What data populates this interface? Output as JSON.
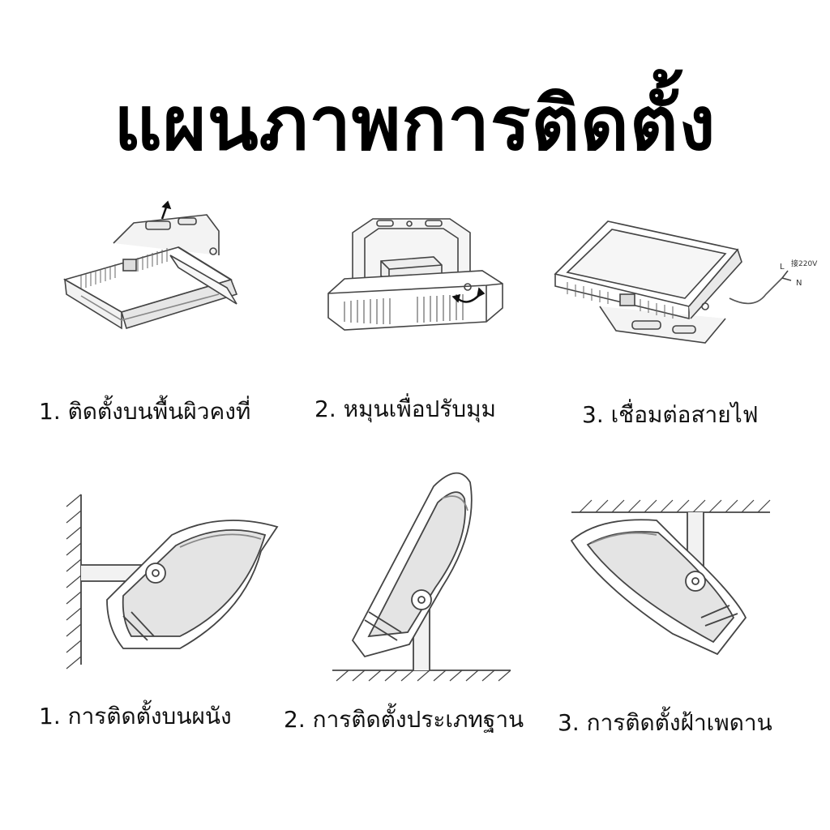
{
  "title": "แผนภาพการติดตั้ง",
  "row1": [
    {
      "caption": "1. ติดตั้งบนพื้นผิวคงที่"
    },
    {
      "caption": "2. หมุนเพื่อปรับมุม"
    },
    {
      "caption": "3. เชื่อมต่อสายไฟ",
      "wire_labels": {
        "power": "接220V",
        "live": "L",
        "neutral": "N"
      }
    }
  ],
  "row2": [
    {
      "caption": "1. การติดตั้งบนผนัง"
    },
    {
      "caption": "2. การติดตั้งประเภทฐาน"
    },
    {
      "caption": "3. การติดตั้งฝ้าเพดาน"
    }
  ]
}
